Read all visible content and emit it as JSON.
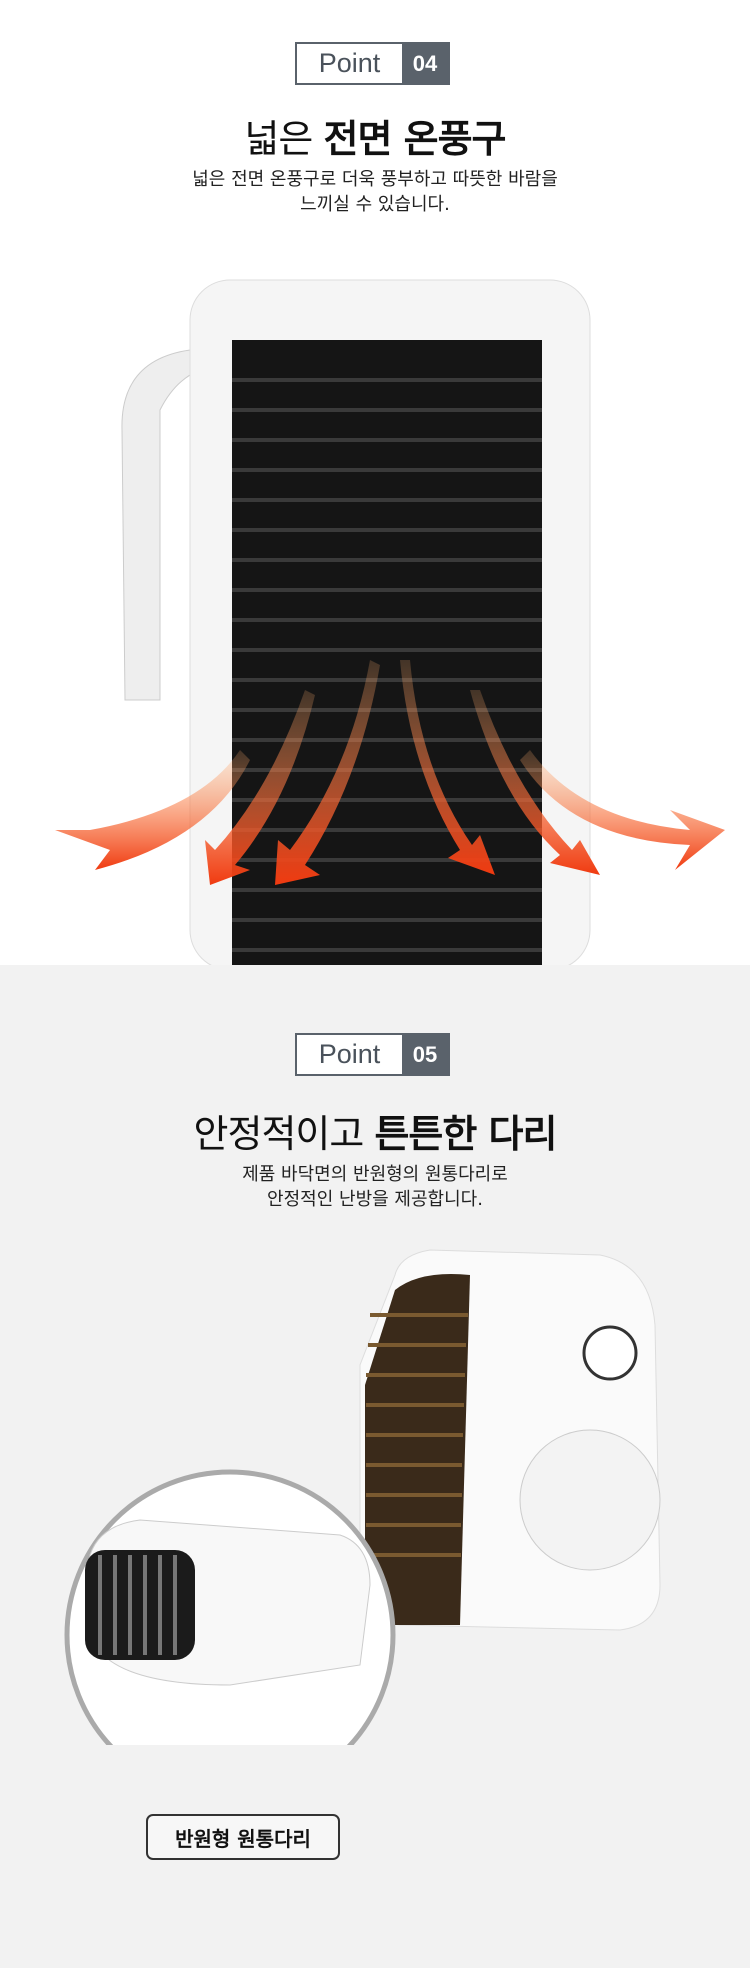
{
  "point4": {
    "badge_label": "Point",
    "badge_number": "04",
    "title_light": "넓은",
    "title_bold": "전면 온풍구",
    "desc_line1": "넓은 전면 온풍구로 더욱 풍부하고 따뜻한 바람을",
    "desc_line2": "느끼실 수 있습니다."
  },
  "point5": {
    "badge_label": "Point",
    "badge_number": "05",
    "title_light": "안정적이고",
    "title_bold": "튼튼한 다리",
    "desc_line1": "제품 바닥면의 반원형의 원통다리로",
    "desc_line2": "안정적인 난방을 제공합니다.",
    "feature_label": "반원형 원통다리"
  },
  "colors": {
    "badge": "#5a626b",
    "arrow": "#f04a1e",
    "section2_bg": "#f2f2f2"
  }
}
